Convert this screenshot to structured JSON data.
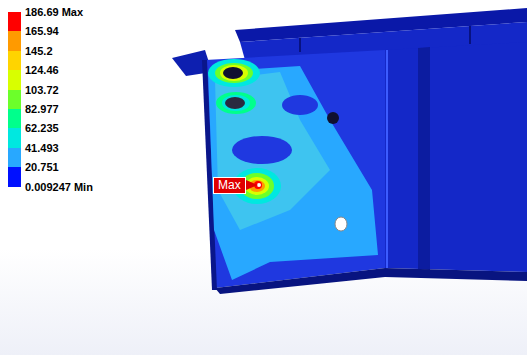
{
  "diagram": {
    "nodes": [
      {
        "text": [
          "Max"
        ]
      }
    ],
    "labels": [
      "0.009247 Min"
    ],
    "legend": [
      {
        "text": "186.69 Max",
        "color": "#ff0000"
      },
      {
        "text": "165.94",
        "color": "#ff9a00"
      },
      {
        "text": "145.2",
        "color": "#ffd400"
      },
      {
        "text": "124.46",
        "color": "#d8ff00"
      },
      {
        "text": "103.72",
        "color": "#6cff2a"
      },
      {
        "text": "82.977",
        "color": "#00ff8c"
      },
      {
        "text": "62.235",
        "color": "#00e8e0"
      },
      {
        "text": "41.493",
        "color": "#28a8ff"
      },
      {
        "text": "20.751",
        "color": "#0010ff"
      }
    ]
  }
}
